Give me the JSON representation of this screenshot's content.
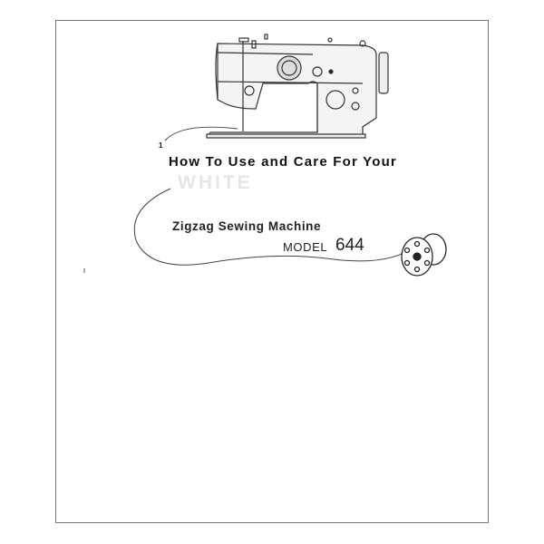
{
  "document": {
    "callout_number": "1",
    "title": "How To Use and Care For Your",
    "brand_logo": "WHITE",
    "subtitle": "Zigzag Sewing Machine",
    "model_label": "MODEL",
    "model_number": "644"
  }
}
